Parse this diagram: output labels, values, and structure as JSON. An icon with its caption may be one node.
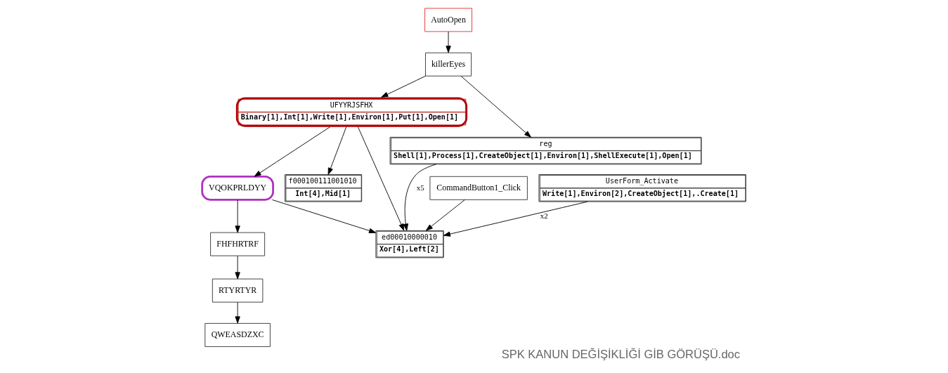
{
  "diagram": {
    "caption": "SPK KANUN DEĞİŞİKLİĞİ GİB GÖRÜŞÜ.doc",
    "nodes": [
      {
        "text": [
          "AutoOpen"
        ]
      },
      {
        "text": [
          "killerEyes"
        ]
      },
      {
        "text": [
          "UFYYRJSFHX",
          "Binary[1],Int[1],Write[1],Environ[1],Put[1],Open[1]"
        ]
      },
      {
        "text": [
          "reg",
          "Shell[1],Process[1],CreateObject[1],Environ[1],ShellExecute[1],Open[1]"
        ]
      },
      {
        "text": [
          "VQOKPRLDYY"
        ]
      },
      {
        "text": [
          "CommandButton1_Click"
        ]
      },
      {
        "text": [
          "UserForm_Activate",
          "Write[1],Environ[2],CreateObject[1],.Create[1]"
        ]
      },
      {
        "text": [
          "f000100111001010",
          "Int[4],Mid[1]"
        ]
      },
      {
        "text": [
          "ed00010000010",
          "Xor[4],Left[2]"
        ]
      },
      {
        "text": [
          "FHFHRTRF"
        ]
      },
      {
        "text": [
          "RTYRTYR"
        ]
      },
      {
        "text": [
          "QWEASDZXC"
        ]
      }
    ],
    "edges": [
      {
        "from": 0,
        "to": 1,
        "arrow": "to"
      },
      {
        "from": 1,
        "to": 2,
        "arrow": "to"
      },
      {
        "from": 1,
        "to": 3,
        "arrow": "to"
      },
      {
        "from": 2,
        "to": 4,
        "arrow": "to"
      },
      {
        "from": 2,
        "to": 8,
        "arrow": "to"
      },
      {
        "from": 2,
        "to": 7,
        "arrow": "to"
      },
      {
        "from": 3,
        "to": 8,
        "arrow": "to",
        "label": "x5"
      },
      {
        "from": 4,
        "to": 9,
        "arrow": "to"
      },
      {
        "from": 4,
        "to": 8,
        "arrow": "to"
      },
      {
        "from": 5,
        "to": 8,
        "arrow": "to"
      },
      {
        "from": 6,
        "to": 8,
        "arrow": "to",
        "label": "x2"
      },
      {
        "from": 9,
        "to": 10,
        "arrow": "to"
      },
      {
        "from": 10,
        "to": 11,
        "arrow": "to"
      }
    ]
  }
}
